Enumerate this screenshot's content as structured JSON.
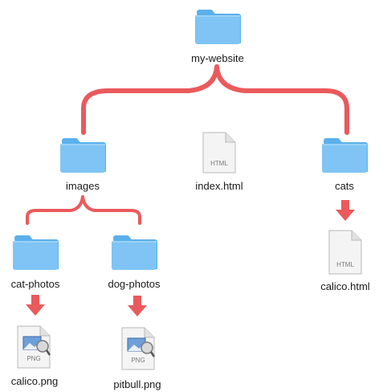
{
  "colors": {
    "connector": "#ea5a5c",
    "folder_body": "#7fc4f4",
    "folder_tab": "#5bb0ec",
    "file_page": "#f4f4f4",
    "file_border": "#b9b9b9"
  },
  "nodes": {
    "root": {
      "label": "my-website",
      "type": "folder",
      "icon": "folder-icon"
    },
    "images": {
      "label": "images",
      "type": "folder",
      "icon": "folder-icon"
    },
    "index": {
      "label": "index.html",
      "type": "html-file",
      "icon": "html-file-icon",
      "badge": "HTML"
    },
    "cats": {
      "label": "cats",
      "type": "folder",
      "icon": "folder-icon"
    },
    "cat_photos": {
      "label": "cat-photos",
      "type": "folder",
      "icon": "folder-icon"
    },
    "dog_photos": {
      "label": "dog-photos",
      "type": "folder",
      "icon": "folder-icon"
    },
    "calico_html": {
      "label": "calico.html",
      "type": "html-file",
      "icon": "html-file-icon",
      "badge": "HTML"
    },
    "calico_png": {
      "label": "calico.png",
      "type": "png-file",
      "icon": "png-file-icon",
      "badge": "PNG"
    },
    "pitbull_png": {
      "label": "pitbull.png",
      "type": "png-file",
      "icon": "png-file-icon",
      "badge": "PNG"
    }
  },
  "edges": [
    {
      "from": "root",
      "to": "images",
      "style": "brace"
    },
    {
      "from": "root",
      "to": "index",
      "style": "brace"
    },
    {
      "from": "root",
      "to": "cats",
      "style": "brace"
    },
    {
      "from": "images",
      "to": "cat_photos",
      "style": "brace"
    },
    {
      "from": "images",
      "to": "dog_photos",
      "style": "brace"
    },
    {
      "from": "cats",
      "to": "calico_html",
      "style": "arrow"
    },
    {
      "from": "cat_photos",
      "to": "calico_png",
      "style": "arrow"
    },
    {
      "from": "dog_photos",
      "to": "pitbull_png",
      "style": "arrow"
    }
  ]
}
